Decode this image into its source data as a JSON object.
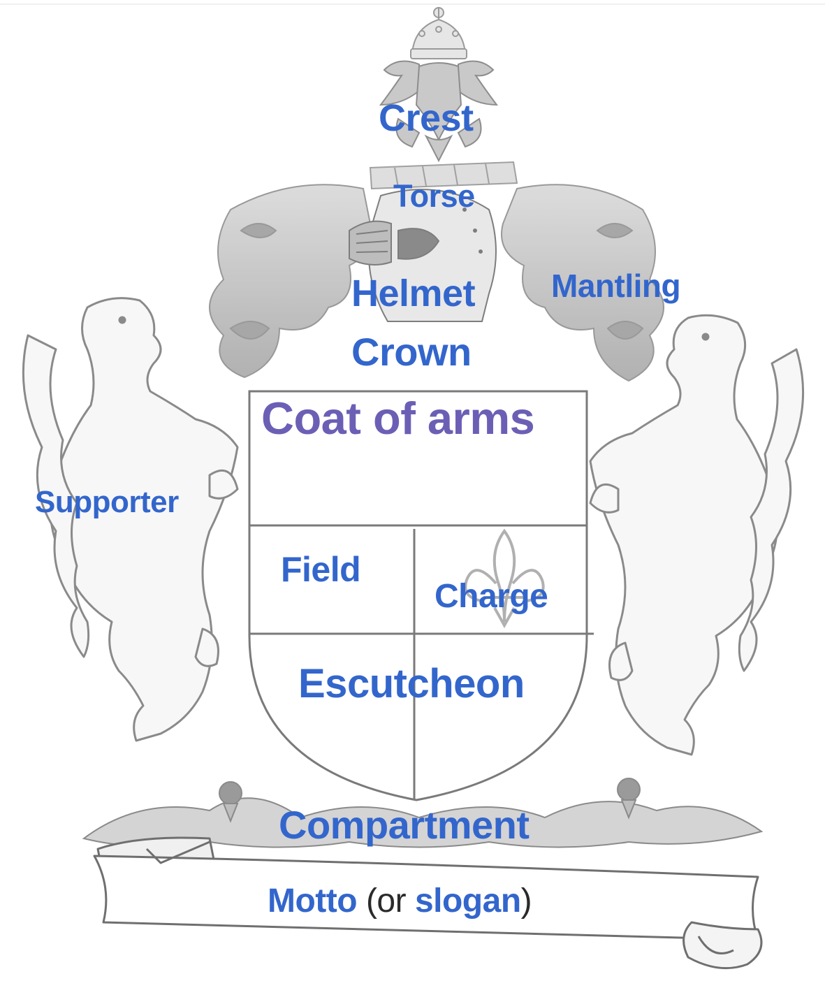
{
  "colors": {
    "label_blue": "#3366cc",
    "title_purple": "#6b5fb5",
    "outline_gray": "#7a7a7a",
    "shading_gray": "#cfcfcf"
  },
  "labels": {
    "crest": "Crest",
    "torse": "Torse",
    "helmet": "Helmet",
    "mantling": "Mantling",
    "crown": "Crown",
    "title": "Coat of arms",
    "supporter": "Supporter",
    "field": "Field",
    "charge": "Charge",
    "escutcheon": "Escutcheon",
    "compartment": "Compartment",
    "motto": "Motto",
    "motto_open": "(or",
    "slogan": "slogan",
    "motto_close": ")"
  },
  "icons": [
    "crown-icon",
    "double-headed-eagle-icon",
    "helmet-icon",
    "lion-icon",
    "fleur-de-lis-icon",
    "shield-icon",
    "scroll-banner-icon",
    "thistle-icon"
  ]
}
